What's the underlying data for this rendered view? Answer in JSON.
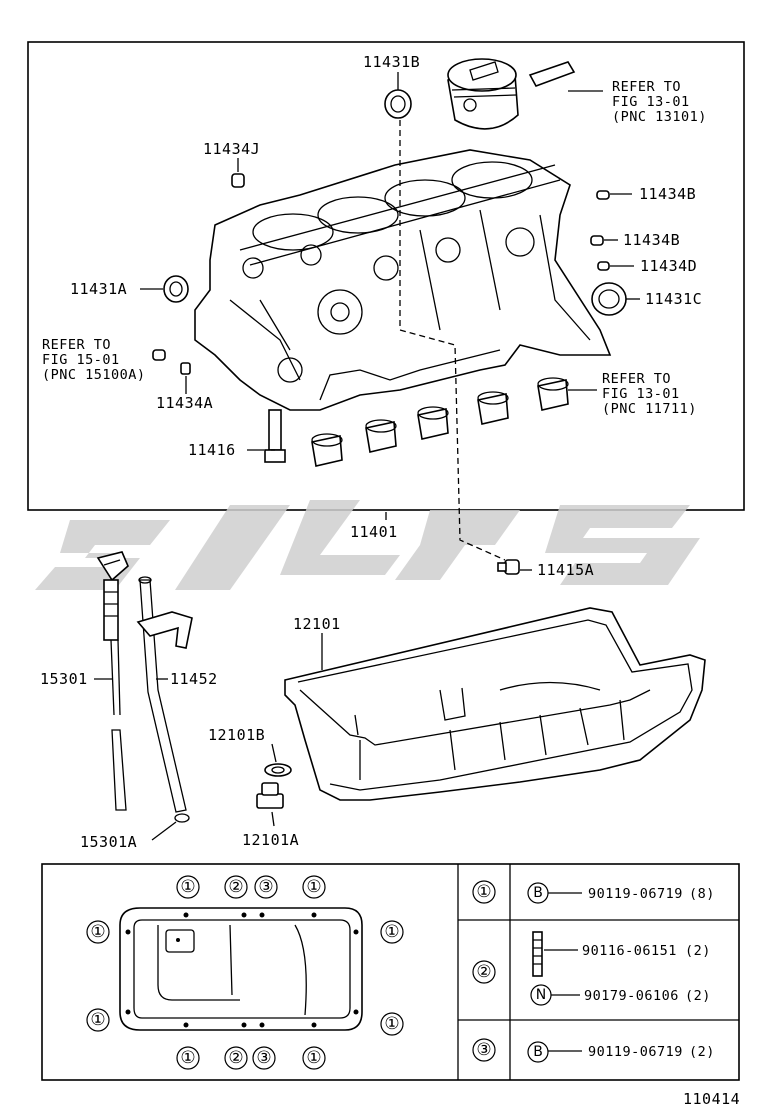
{
  "parts": {
    "p11431B": "11431B",
    "p11434J": "11434J",
    "p11434B_1": "11434B",
    "p11434B_2": "11434B",
    "p11434D": "11434D",
    "p11431A": "11431A",
    "p11431C": "11431C",
    "p11434A": "11434A",
    "p11416": "11416",
    "p11401": "11401",
    "p11415A": "11415A",
    "p12101": "12101",
    "p15301": "15301",
    "p11452": "11452",
    "p12101B": "12101B",
    "p12101A": "12101A",
    "p15301A": "15301A"
  },
  "refs": {
    "piston": [
      "REFER TO",
      "FIG 13-01",
      "(PNC 13101)"
    ],
    "bearing": [
      "REFER TO",
      "FIG 13-01",
      "(PNC 11711)"
    ],
    "pump": [
      "REFER TO",
      "FIG 15-01",
      "(PNC 15100A)"
    ]
  },
  "legend": {
    "rows": [
      {
        "key": "①",
        "items": [
          {
            "badge": "B",
            "part": "90119-06719",
            "qty": "(8)"
          }
        ]
      },
      {
        "key": "②",
        "items": [
          {
            "badge": "",
            "part": "90116-06151",
            "qty": "(2)"
          },
          {
            "badge": "N",
            "part": "90179-06106",
            "qty": "(2)"
          }
        ]
      },
      {
        "key": "③",
        "items": [
          {
            "badge": "B",
            "part": "90119-06719",
            "qty": "(2)"
          }
        ]
      }
    ]
  },
  "pan_keys": {
    "one": "①",
    "two": "②",
    "three": "③"
  },
  "figure_number": "110414"
}
